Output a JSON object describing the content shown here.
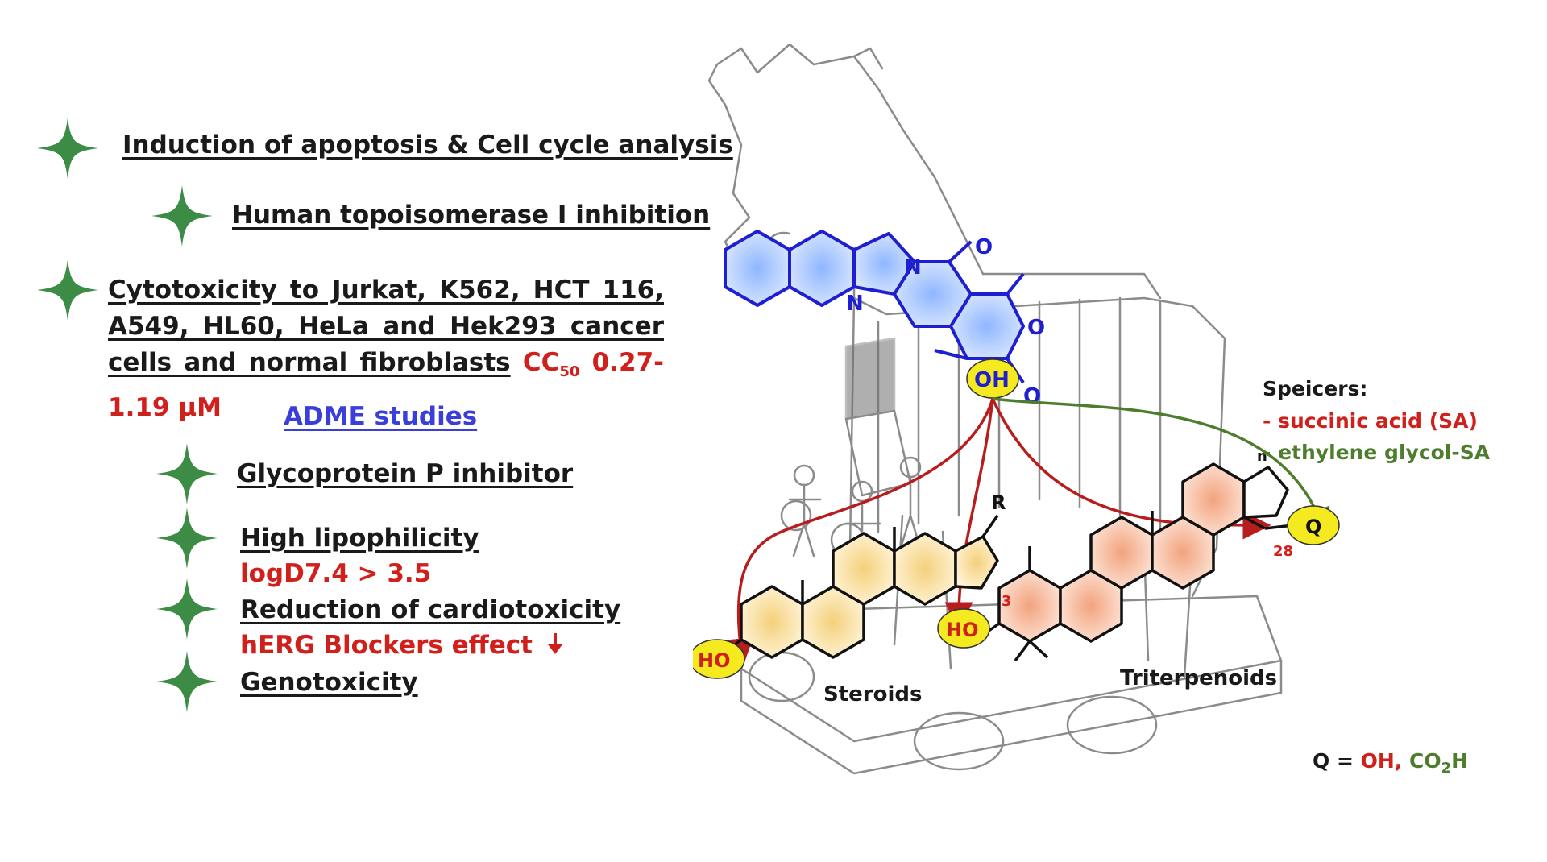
{
  "left_panel": {
    "items": [
      {
        "text": "Induction of apoptosis & Cell cycle analysis"
      },
      {
        "text": "Human topoisomerase I inhibition"
      },
      {
        "text": "Glycoprotein P inhibitor"
      },
      {
        "text": "High lipophilicity"
      },
      {
        "text": "Reduction of cardiotoxicity"
      },
      {
        "text": "Genotoxicity"
      }
    ],
    "cytotoxicity": {
      "text": "Cytotoxicity to Jurkat, K562, HCT 116, A549, HL60, HeLa and Hek293 cancer cells and normal fibroblasts",
      "cc_prefix": "CC",
      "cc_sub": "50",
      "cc_range": "0.27-1.19 µM"
    },
    "adme": "ADME studies",
    "logd": "logD7.4 > 3.5",
    "herg": "hERG Blockers effect"
  },
  "spacers": {
    "title": "Speicers:",
    "item1": "- succinic acid (SA)",
    "item2": "- ethylene glycol-SA"
  },
  "molecule": {
    "n1": "N",
    "n2": "N",
    "o_carbonyl_top": "O",
    "o_ring": "O",
    "o_carbonyl_bottom": "O",
    "oh": "OH"
  },
  "steroids": {
    "label": "Steroids",
    "r": "R",
    "ho": "HO"
  },
  "triterpenoids": {
    "label": "Triterpenoids",
    "ho": "HO",
    "pos3": "3",
    "pos28": "28",
    "ring_n": "n",
    "q": "Q",
    "q_def_prefix": "Q =",
    "q_oh": "OH,",
    "q_co2h_main": "CO",
    "q_co2h_sub": "2",
    "q_co2h_end": "H"
  },
  "colors": {
    "star": "#3c8c45",
    "red": "#d0201c",
    "green": "#4e7d2e",
    "blue": "#1f1fd0",
    "yellow": "#f5ea1f"
  },
  "icons": [
    "star-bullet-icon",
    "down-arrow-icon",
    "trojan-horse-sketch"
  ]
}
